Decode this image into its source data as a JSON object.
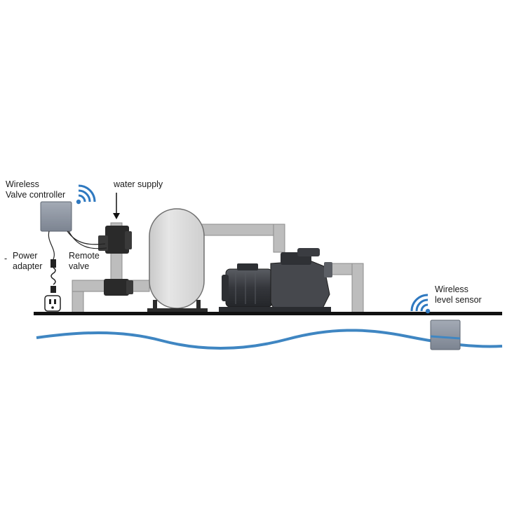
{
  "labels": {
    "valve_controller": [
      "Wireless",
      "Valve controller"
    ],
    "water_supply": "water supply",
    "power_adapter": [
      "Power",
      "adapter"
    ],
    "remote_valve": [
      "Remote",
      "valve"
    ],
    "level_sensor": [
      "Wireless",
      "level sensor"
    ],
    "stray_mark": "-"
  },
  "colors": {
    "water": "#3f86c2",
    "wireless": "#2f79c0",
    "pipe": "#bdbdbd",
    "pipe_edge": "#8c8c8c",
    "tank": "#dcdcdc",
    "device_box": "#8e96a3",
    "ground": "#111111",
    "pump_body": "#3d3f44"
  },
  "icons": [
    "wireless-signal-icon",
    "outlet-icon",
    "plug-icon",
    "arrow-down-icon"
  ]
}
